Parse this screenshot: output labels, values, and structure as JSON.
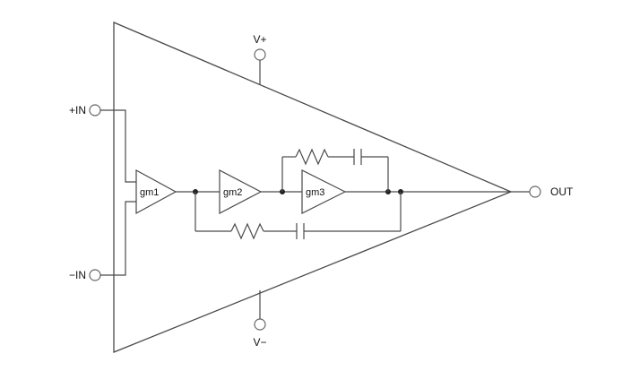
{
  "diagram": {
    "labels": {
      "in_plus": "+IN",
      "in_minus": "−IN",
      "v_plus": "V+",
      "v_minus": "V−",
      "out": "OUT",
      "gm1": "gm1",
      "gm2": "gm2",
      "gm3": "gm3"
    },
    "colors": {
      "line": "#4a4a4a",
      "terminal_stroke": "#666666",
      "junction_dot": "#222222",
      "background": "#ffffff",
      "text": "#111111"
    }
  }
}
